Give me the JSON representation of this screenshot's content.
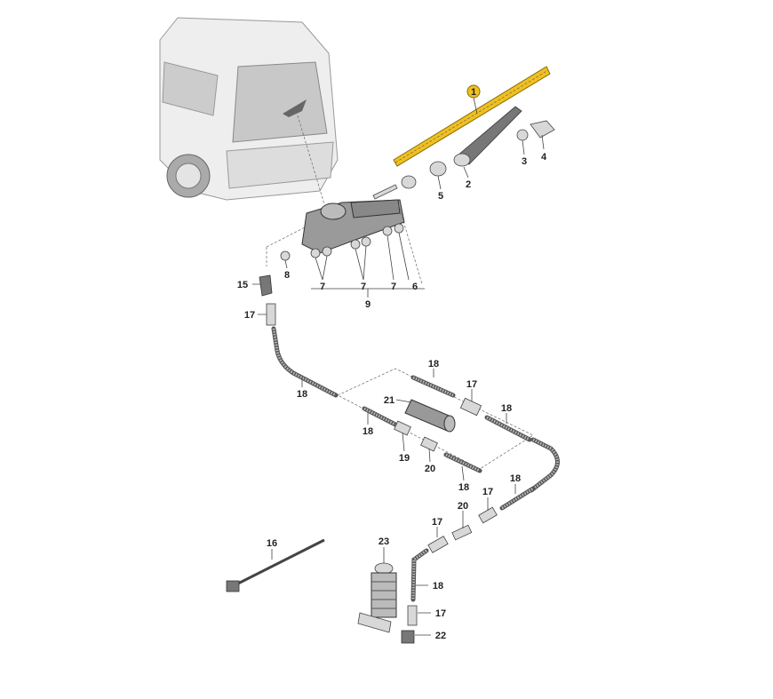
{
  "diagram": {
    "highlight_color": "#f0c020",
    "labels": {
      "p1": "1",
      "p2": "2",
      "p3": "3",
      "p4": "4",
      "p5": "5",
      "p6": "6",
      "p7a": "7",
      "p7b": "7",
      "p7c": "7",
      "p8": "8",
      "p9": "9",
      "p15": "15",
      "p16": "16",
      "p17a": "17",
      "p17b": "17",
      "p17c": "17",
      "p17d": "17",
      "p17e": "17",
      "p18a": "18",
      "p18b": "18",
      "p18c": "18",
      "p18d": "18",
      "p18e": "18",
      "p18f": "18",
      "p18g": "18",
      "p19": "19",
      "p20a": "20",
      "p20b": "20",
      "p21": "21",
      "p22": "22",
      "p23": "23"
    }
  }
}
